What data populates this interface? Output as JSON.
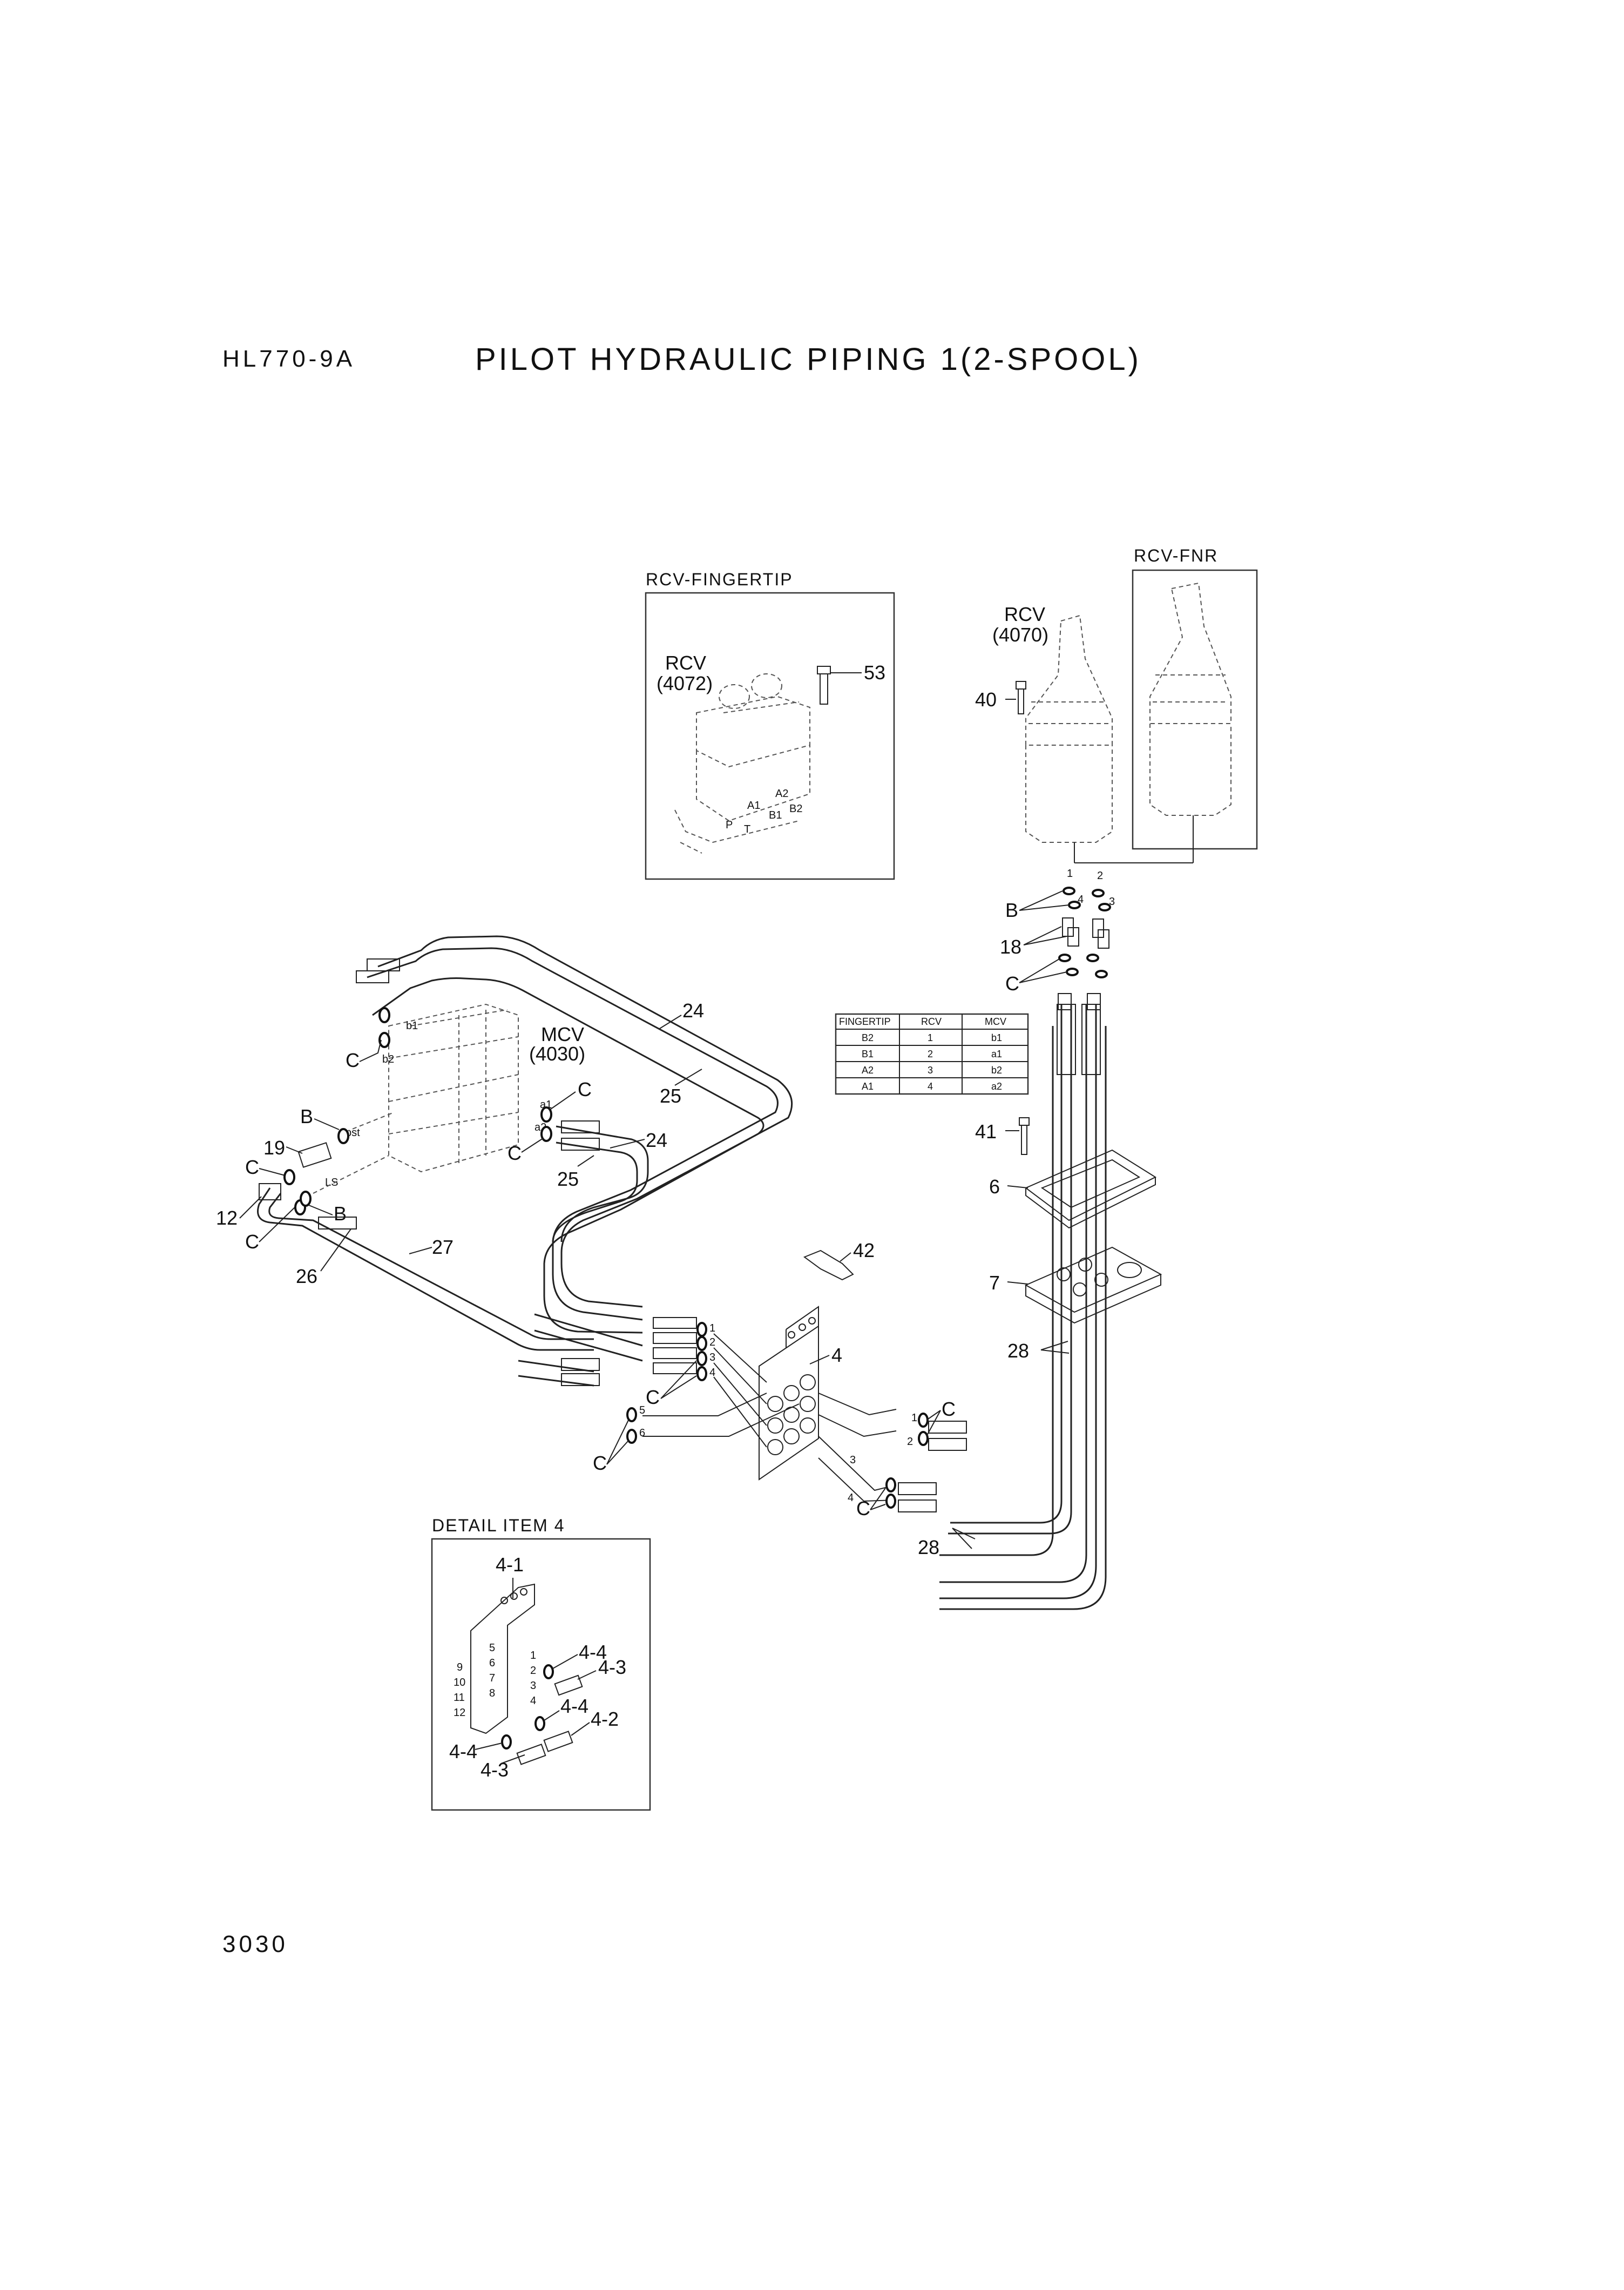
{
  "header": {
    "model": "HL770-9A",
    "title": "PILOT HYDRAULIC PIPING 1(2-SPOOL)"
  },
  "page_number": "3030",
  "boxes": {
    "fingertip": {
      "title": "RCV-FINGERTIP",
      "rcv_label": "RCV",
      "rcv_code": "(4072)",
      "ports": [
        "A2",
        "A1",
        "B1",
        "B2",
        "P",
        "T"
      ]
    },
    "fnr": {
      "title": "RCV-FNR"
    },
    "detail": {
      "title": "DETAIL ITEM 4"
    }
  },
  "rcv_4070": {
    "label": "RCV",
    "code": "(4070)"
  },
  "mcv": {
    "label": "MCV",
    "code": "(4030)",
    "ports": [
      "b1",
      "b2",
      "a1",
      "a2",
      "pst",
      "LS"
    ]
  },
  "table": {
    "headers": [
      "FINGERTIP",
      "RCV",
      "MCV"
    ],
    "rows": [
      [
        "B2",
        "1",
        "b1"
      ],
      [
        "B1",
        "2",
        "a1"
      ],
      [
        "A2",
        "3",
        "b2"
      ],
      [
        "A1",
        "4",
        "a2"
      ]
    ]
  },
  "callouts": {
    "c53": "53",
    "c40": "40",
    "c18": "18",
    "c41": "41",
    "c6": "6",
    "c7": "7",
    "c28a": "28",
    "c28b": "28",
    "c42": "42",
    "c4": "4",
    "c24a": "24",
    "c24b": "24",
    "c25a": "25",
    "c25b": "25",
    "c19": "19",
    "c12": "12",
    "c26": "26",
    "c27": "27",
    "B": "B",
    "C": "C",
    "d41": "4-1",
    "d44a": "4-4",
    "d43a": "4-3",
    "d44b": "4-4",
    "d42": "4-2",
    "d44c": "4-4",
    "d43b": "4-3"
  },
  "port_numbers": {
    "rcv": [
      "1",
      "2",
      "3",
      "4"
    ],
    "bracket": [
      "1",
      "2",
      "3",
      "4",
      "5",
      "6"
    ],
    "lower": [
      "1",
      "2",
      "3",
      "4"
    ],
    "detail_left": [
      "9",
      "10",
      "11",
      "12"
    ],
    "detail_mid": [
      "5",
      "6",
      "7",
      "8"
    ],
    "detail_right": [
      "1",
      "2",
      "3",
      "4"
    ]
  }
}
